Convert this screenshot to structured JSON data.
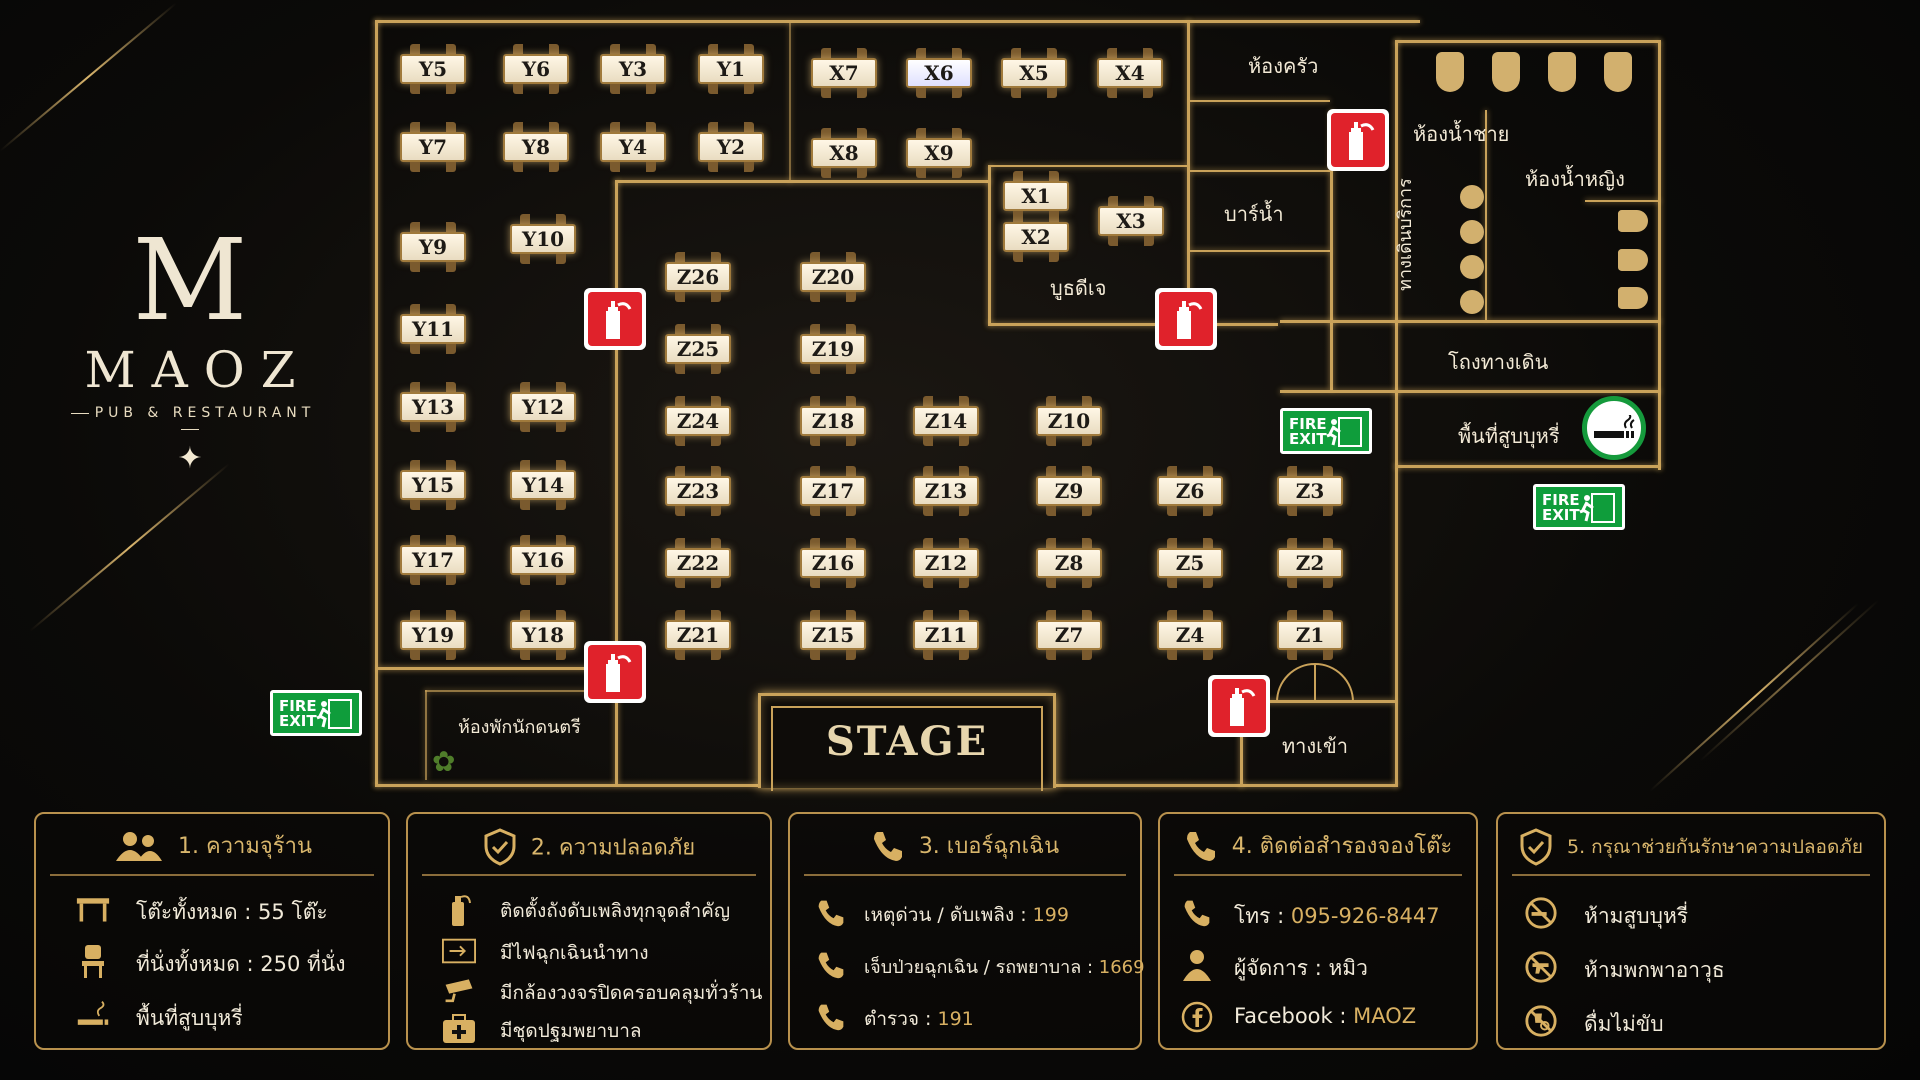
{
  "brand": {
    "logo_letter": "M",
    "name": "MAOZ",
    "tagline": "PUB & RESTAURANT",
    "gold": "#c9a25a"
  },
  "tables": {
    "y": [
      "Y5",
      "Y6",
      "Y3",
      "Y1",
      "Y7",
      "Y8",
      "Y4",
      "Y2",
      "Y9",
      "Y10",
      "Y11",
      "Y13",
      "Y12",
      "Y15",
      "Y14",
      "Y17",
      "Y16",
      "Y19",
      "Y18"
    ],
    "x": [
      "X7",
      "X6",
      "X5",
      "X4",
      "X8",
      "X9",
      "X1",
      "X2",
      "X3"
    ],
    "z": [
      "Z26",
      "Z20",
      "Z25",
      "Z19",
      "Z24",
      "Z18",
      "Z14",
      "Z10",
      "Z23",
      "Z17",
      "Z13",
      "Z9",
      "Z6",
      "Z3",
      "Z22",
      "Z16",
      "Z12",
      "Z8",
      "Z5",
      "Z2",
      "Z21",
      "Z15",
      "Z11",
      "Z7",
      "Z4",
      "Z1"
    ]
  },
  "rooms": {
    "kitchen": "ห้องครัว",
    "men_restroom": "ห้องน้ำชาย",
    "women_restroom": "ห้องน้ำหญิง",
    "bar": "บาร์น้ำ",
    "service_walkway": "ทางเดินบริการ",
    "dj_booth": "บูธดีเจ",
    "corridor": "โถงทางเดิน",
    "smoking_area": "พื้นที่สูบบุหรี่",
    "musician_lounge": "ห้องพักนักดนตรี",
    "entrance": "ทางเข้า",
    "stage": "STAGE"
  },
  "signs": {
    "fire_exit_line1": "FIRE",
    "fire_exit_line2": "EXIT"
  },
  "icons": [
    "fire-extinguisher-icon",
    "fire-exit-icon",
    "smoking-icon",
    "people-icon",
    "shield-icon",
    "phone-icon",
    "table-icon",
    "chair-icon",
    "emergency-light-icon",
    "cctv-icon",
    "first-aid-icon",
    "person-icon",
    "facebook-icon",
    "no-smoking-icon",
    "no-weapons-icon",
    "no-drink-driving-icon"
  ],
  "panels": [
    {
      "title": "1. ความจุร้าน",
      "rows": [
        {
          "label": "โต๊ะทั้งหมด : 55 โต๊ะ"
        },
        {
          "label": "ที่นั่งทั้งหมด : 250 ที่นั่ง"
        },
        {
          "label": "พื้นที่สูบบุหรี่"
        }
      ]
    },
    {
      "title": "2. ความปลอดภัย",
      "rows": [
        {
          "label": "ติดตั้งถังดับเพลิงทุกจุดสำคัญ"
        },
        {
          "label": "มีไฟฉุกเฉินนำทาง"
        },
        {
          "label": "มีกล้องวงจรปิดครอบคลุมทั่วร้าน"
        },
        {
          "label": "มีชุดปฐมพยาบาล"
        }
      ]
    },
    {
      "title": "3. เบอร์ฉุกเฉิน",
      "rows": [
        {
          "label": "เหตุด่วน / ดับเพลิง : ",
          "value": "199"
        },
        {
          "label": "เจ็บป่วยฉุกเฉิน / รถพยาบาล : ",
          "value": "1669"
        },
        {
          "label": "ตำรวจ : ",
          "value": "191"
        }
      ]
    },
    {
      "title": "4. ติดต่อสำรองจองโต๊ะ",
      "rows": [
        {
          "label": "โทร : ",
          "value": "095-926-8447"
        },
        {
          "label": "ผู้จัดการ : หมิว"
        },
        {
          "label": "Facebook : ",
          "value": "MAOZ"
        }
      ]
    },
    {
      "title": "5. กรุณาช่วยกันรักษาความปลอดภัย",
      "rows": [
        {
          "label": "ห้ามสูบบุหรี่"
        },
        {
          "label": "ห้ามพกพาอาวุธ"
        },
        {
          "label": "ดื่มไม่ขับ"
        }
      ]
    }
  ]
}
